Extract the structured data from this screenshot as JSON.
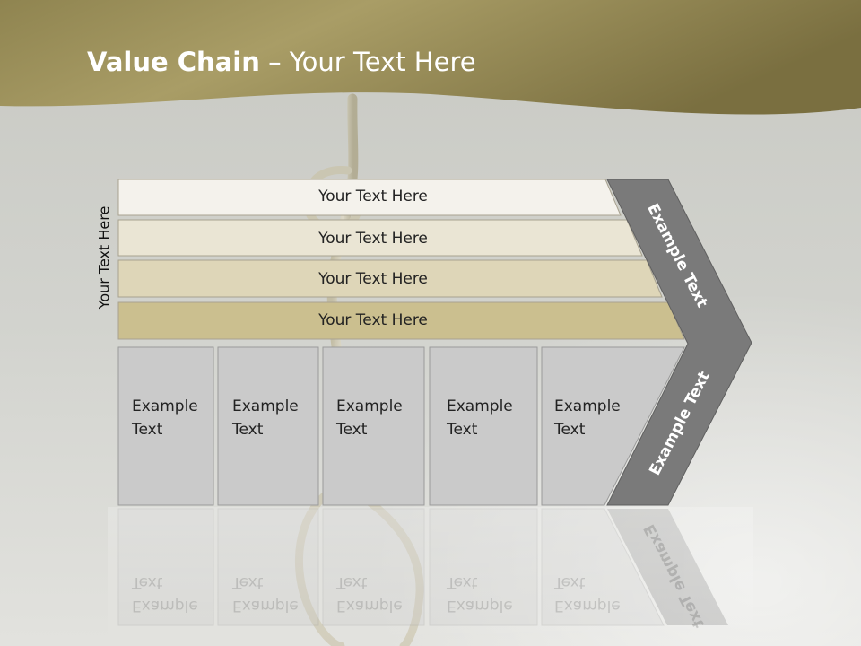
{
  "title": {
    "bold": "Value Chain",
    "rest": " – Your Text Here"
  },
  "side_label": "Your Text Here",
  "rows": [
    {
      "label": "Your Text Here"
    },
    {
      "label": "Your Text Here"
    },
    {
      "label": "Your Text Here"
    },
    {
      "label": "Your Text Here"
    }
  ],
  "boxes": [
    {
      "label": "Example\nText"
    },
    {
      "label": "Example\nText"
    },
    {
      "label": "Example\nText"
    },
    {
      "label": "Example\nText"
    },
    {
      "label": "Example\nText"
    }
  ],
  "chevron": {
    "upper_label": "Example Text",
    "lower_label": "Example Text"
  },
  "colors": {
    "header_band": "#a89c62",
    "row_1": "#f4f2ec",
    "row_2": "#eae5d4",
    "row_3": "#ded6b8",
    "row_4": "#cbbf8f",
    "box_fill": "#cacaca",
    "chevron_fill": "#7a7a7a"
  }
}
